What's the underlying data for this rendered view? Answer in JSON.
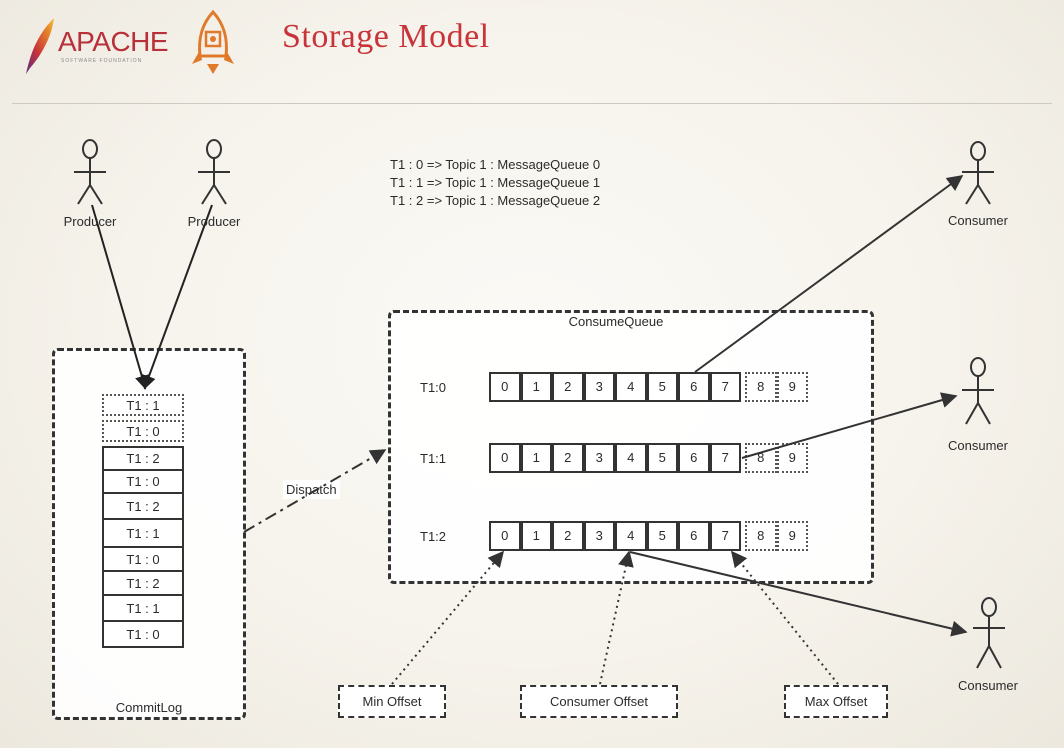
{
  "header": {
    "logo_text": "APACHE",
    "logo_subtext": "SOFTWARE FOUNDATION",
    "title": "Storage Model"
  },
  "legend": [
    "T1 : 0  => Topic 1 : MessageQueue 0",
    "T1 : 1  => Topic 1 : MessageQueue 1",
    "T1 : 2  => Topic 1 : MessageQueue 2"
  ],
  "producers": [
    "Producer",
    "Producer"
  ],
  "consumers": [
    "Consumer",
    "Consumer",
    "Consumer"
  ],
  "commitlog": {
    "label": "CommitLog",
    "cells": [
      "T1 : 1",
      "T1 : 0",
      "T1 : 2",
      "T1 : 0",
      "T1 : 2",
      "T1 : 1",
      "T1 : 0",
      "T1 : 2",
      "T1 : 1",
      "T1 : 0"
    ]
  },
  "dispatch_label": "Dispatch",
  "consumequeue": {
    "label": "ConsumeQueue",
    "rows": [
      {
        "label": "T1:0",
        "cells": [
          "0",
          "1",
          "2",
          "3",
          "4",
          "5",
          "6",
          "7",
          "8",
          "9"
        ]
      },
      {
        "label": "T1:1",
        "cells": [
          "0",
          "1",
          "2",
          "3",
          "4",
          "5",
          "6",
          "7",
          "8",
          "9"
        ]
      },
      {
        "label": "T1:2",
        "cells": [
          "0",
          "1",
          "2",
          "3",
          "4",
          "5",
          "6",
          "7",
          "8",
          "9"
        ]
      }
    ]
  },
  "offsets": {
    "min": "Min Offset",
    "consumer": "Consumer Offset",
    "max": "Max Offset"
  },
  "colors": {
    "title": "#c8343a",
    "line": "#333333"
  }
}
